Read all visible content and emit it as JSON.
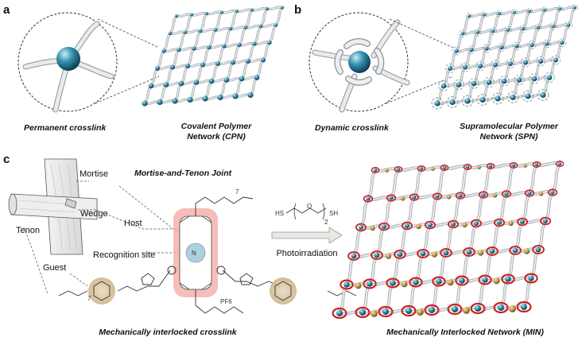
{
  "panels": {
    "a": {
      "letter": "a",
      "caption_left": "Permanent crosslink",
      "caption_right_line1": "Covalent Polymer",
      "caption_right_line2": "Network (CPN)"
    },
    "b": {
      "letter": "b",
      "caption_left": "Dynamic crosslink",
      "caption_right_line1": "Supramolecular Polymer",
      "caption_right_line2": "Network (SPN)"
    },
    "c": {
      "letter": "c",
      "title": "Mortise-and-Tenon Joint",
      "labels": {
        "mortise": "Mortise",
        "wedge": "Wedge",
        "tenon": "Tenon",
        "host": "Host",
        "recognition_site": "Recognition site",
        "guest": "Guest"
      },
      "chem": {
        "pf6": "PF6",
        "reagent_left": "HS",
        "reagent_right": "SH",
        "reagent_sub": "2",
        "chain_sub": "7"
      },
      "arrow_label": "Photoirradiation",
      "caption_left": "Mechanically interlocked crosslink",
      "caption_right": "Mechanically Interlocked Network (MIN)"
    }
  },
  "colors": {
    "node_blue": "#3a93b0",
    "strand_gray": "#c9ccd0",
    "ring_red": "#cc2020",
    "bead_gold": "#c8a050",
    "host_pink": "#f2a8a0",
    "guest_tan": "#d9c8a8"
  }
}
